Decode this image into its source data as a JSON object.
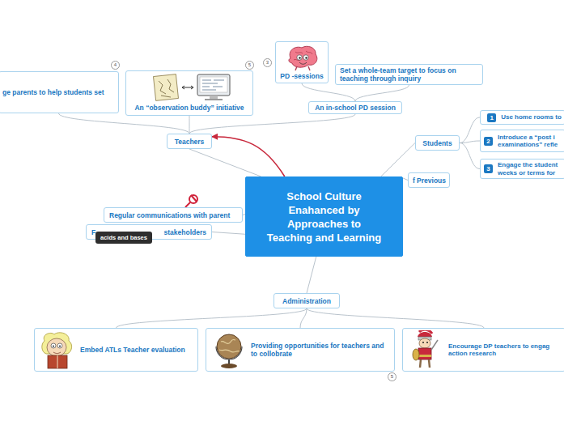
{
  "diagram": {
    "nodes": [
      {
        "text": [
          "ge parents to help students set"
        ]
      },
      {
        "text": [
          "An “observation buddy” initiative"
        ]
      },
      {
        "text": [
          "PD -sessions"
        ]
      },
      {
        "text": [
          "Set a whole-team target to focus on teaching through inquiry"
        ]
      },
      {
        "text": [
          "An in-school PD session"
        ]
      },
      {
        "text": [
          "Teachers"
        ]
      },
      {
        "text": [
          "Students"
        ]
      },
      {
        "text": [
          "1",
          "Use home rooms to"
        ]
      },
      {
        "text": [
          "2",
          "Introduce a “post i examinations” refle"
        ]
      },
      {
        "text": [
          "3",
          "Engage the student weeks or terms for"
        ]
      },
      {
        "text": [
          "f Previous"
        ]
      },
      {
        "text": [
          "School Culture Enahanced by Approaches to Teaching and Learning"
        ]
      },
      {
        "text": [
          "Regular communications with parent"
        ]
      },
      {
        "text": [
          "F",
          "stakeholders"
        ]
      },
      {
        "text": [
          "Administration"
        ]
      },
      {
        "text": [
          "Embed ATLs Teacher evaluation"
        ]
      },
      {
        "text": [
          "Providing opportunities for teachers and to collobrate"
        ]
      },
      {
        "text": [
          "Encourage DP teachers to engag action research"
        ]
      }
    ],
    "edges": [
      {
        "from": 5,
        "to": 0,
        "arrow": "none"
      },
      {
        "from": 5,
        "to": 1,
        "arrow": "none"
      },
      {
        "from": 5,
        "to": 4,
        "arrow": "none"
      },
      {
        "from": 4,
        "to": 2,
        "arrow": "none"
      },
      {
        "from": 4,
        "to": 3,
        "arrow": "none"
      },
      {
        "from": 11,
        "to": 5,
        "arrow": "none"
      },
      {
        "from": 11,
        "to": 5,
        "arrow": "to"
      },
      {
        "from": 11,
        "to": 6,
        "arrow": "none"
      },
      {
        "from": 6,
        "to": 7,
        "arrow": "none"
      },
      {
        "from": 6,
        "to": 8,
        "arrow": "none"
      },
      {
        "from": 6,
        "to": 9,
        "arrow": "none"
      },
      {
        "from": 11,
        "to": 10,
        "arrow": "none"
      },
      {
        "from": 11,
        "to": 12,
        "arrow": "none"
      },
      {
        "from": 11,
        "to": 13,
        "arrow": "none"
      },
      {
        "from": 11,
        "to": 14,
        "arrow": "none"
      },
      {
        "from": 14,
        "to": 15,
        "arrow": "none"
      },
      {
        "from": 14,
        "to": 16,
        "arrow": "none"
      },
      {
        "from": 14,
        "to": 17,
        "arrow": "none"
      }
    ],
    "labels": [
      "4",
      "5",
      "3",
      "5",
      "acids and bases"
    ]
  }
}
